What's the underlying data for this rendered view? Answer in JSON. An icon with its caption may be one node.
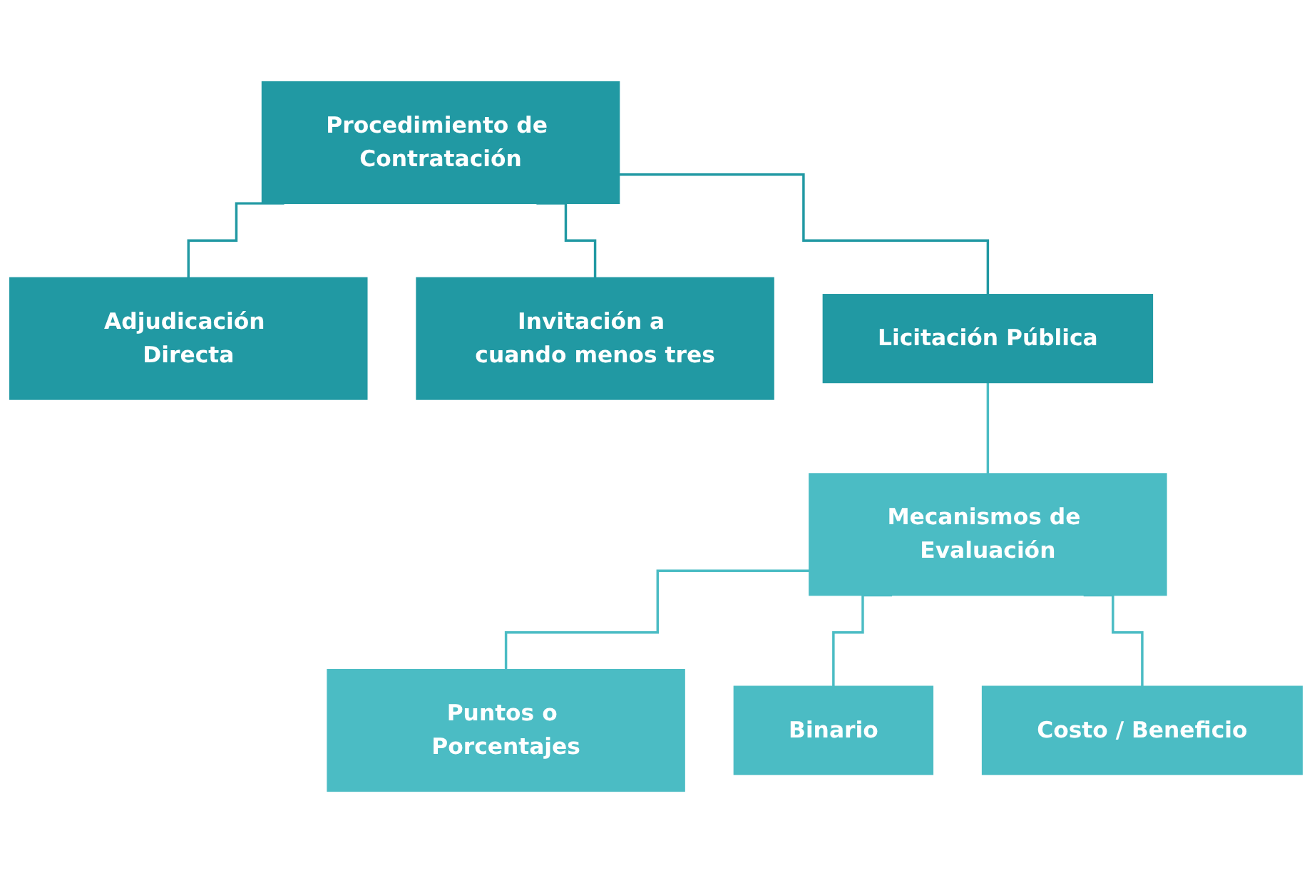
{
  "diagram": {
    "nodes": [
      {
        "text": [
          "Procedimiento de Contratación"
        ]
      },
      {
        "text": [
          "Adjudicación Directa"
        ]
      },
      {
        "text": [
          "Invitación a cuando menos tres"
        ]
      },
      {
        "text": [
          "Licitación Pública"
        ]
      },
      {
        "text": [
          "Mecanismos de Evaluación"
        ]
      },
      {
        "text": [
          "Puntos o Porcentajes"
        ]
      },
      {
        "text": [
          "Binario"
        ]
      },
      {
        "text": [
          "Costo / Beneficio"
        ]
      }
    ],
    "edges": [
      {
        "from": 0,
        "to": 1,
        "arrow": "none",
        "color": "#2199a3"
      },
      {
        "from": 0,
        "to": 2,
        "arrow": "none",
        "color": "#2199a3"
      },
      {
        "from": 0,
        "to": 3,
        "arrow": "none",
        "color": "#2199a3"
      },
      {
        "from": 3,
        "to": 4,
        "arrow": "none"
      },
      {
        "from": 4,
        "to": 5,
        "arrow": "none"
      },
      {
        "from": 4,
        "to": 6,
        "arrow": "none"
      },
      {
        "from": 4,
        "to": 7,
        "arrow": "none"
      }
    ]
  }
}
